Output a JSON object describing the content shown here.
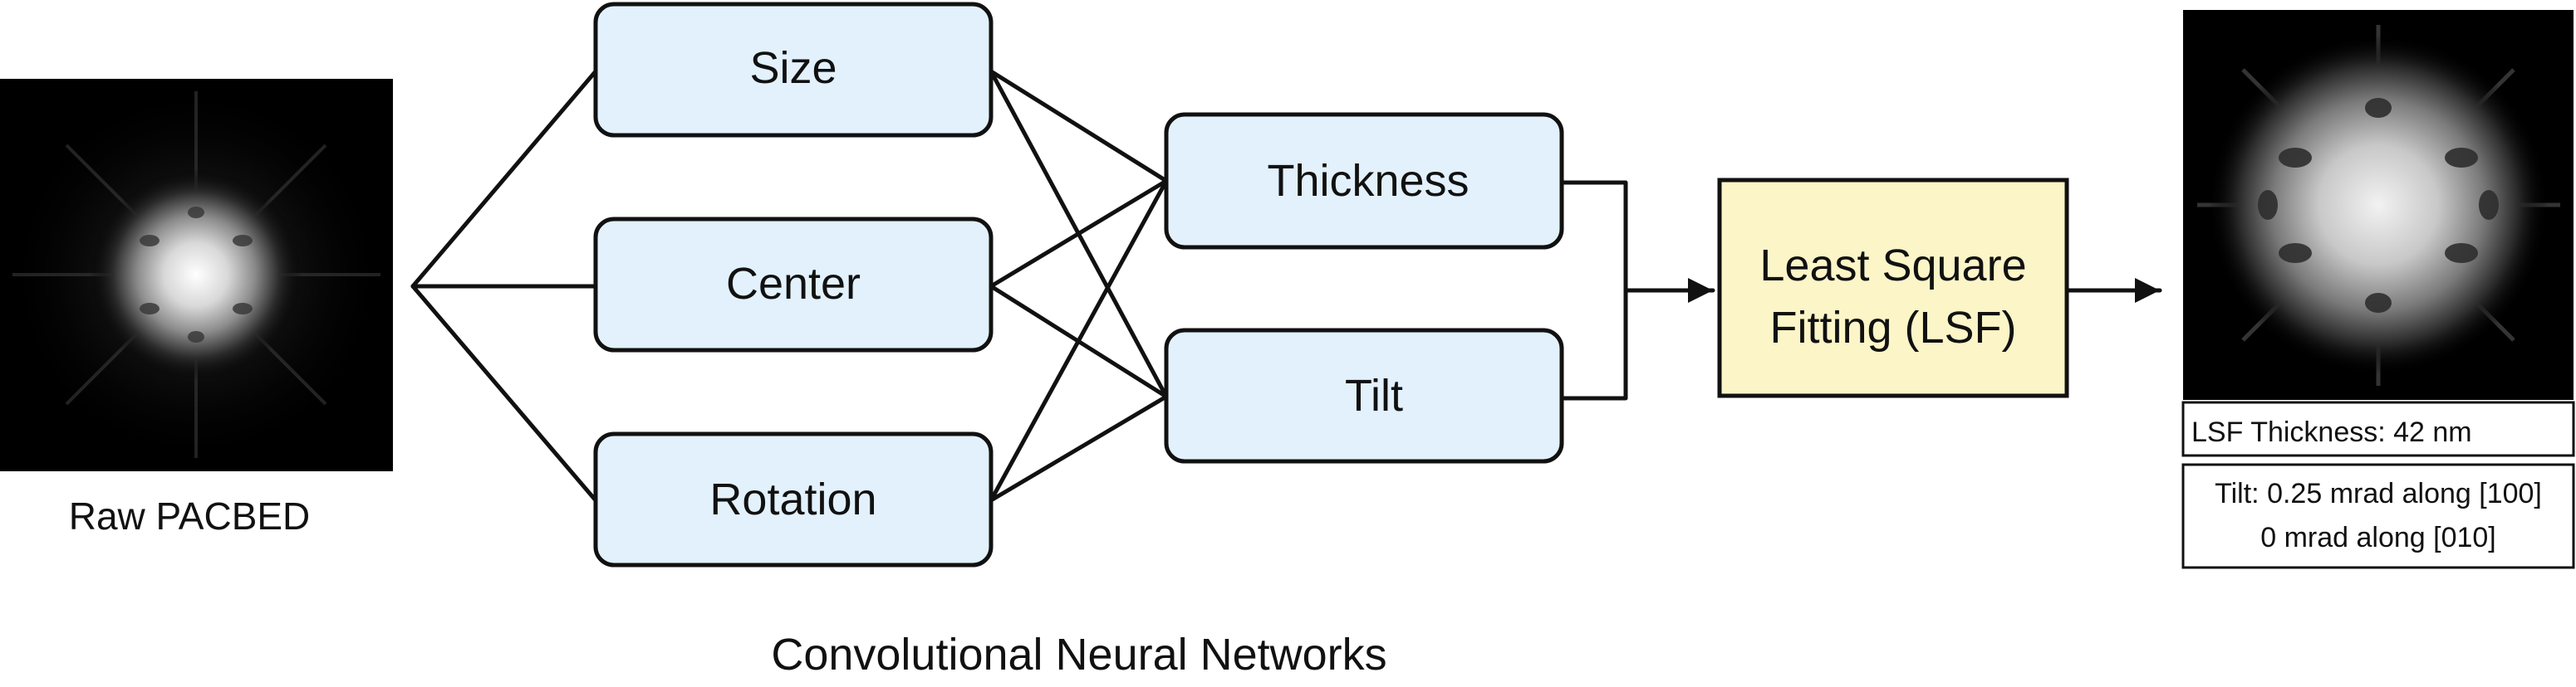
{
  "input": {
    "caption": "Raw PACBED"
  },
  "cnn": {
    "group_caption": "Convolutional Neural Networks",
    "stage1": [
      "Size",
      "Center",
      "Rotation"
    ],
    "stage2": [
      "Thickness",
      "Tilt"
    ]
  },
  "lsf": {
    "line1": "Least Square",
    "line2": "Fitting (LSF)"
  },
  "output": {
    "thickness_text": "LSF Thickness: 42 nm",
    "tilt_line1": "Tilt: 0.25 mrad along [100]",
    "tilt_line2": "0 mrad along [010]"
  },
  "colors": {
    "cnn_box": "#e2f1fb",
    "lsf_box": "#fbf5c8",
    "stroke": "#111111",
    "pattern_background": "#000000"
  }
}
